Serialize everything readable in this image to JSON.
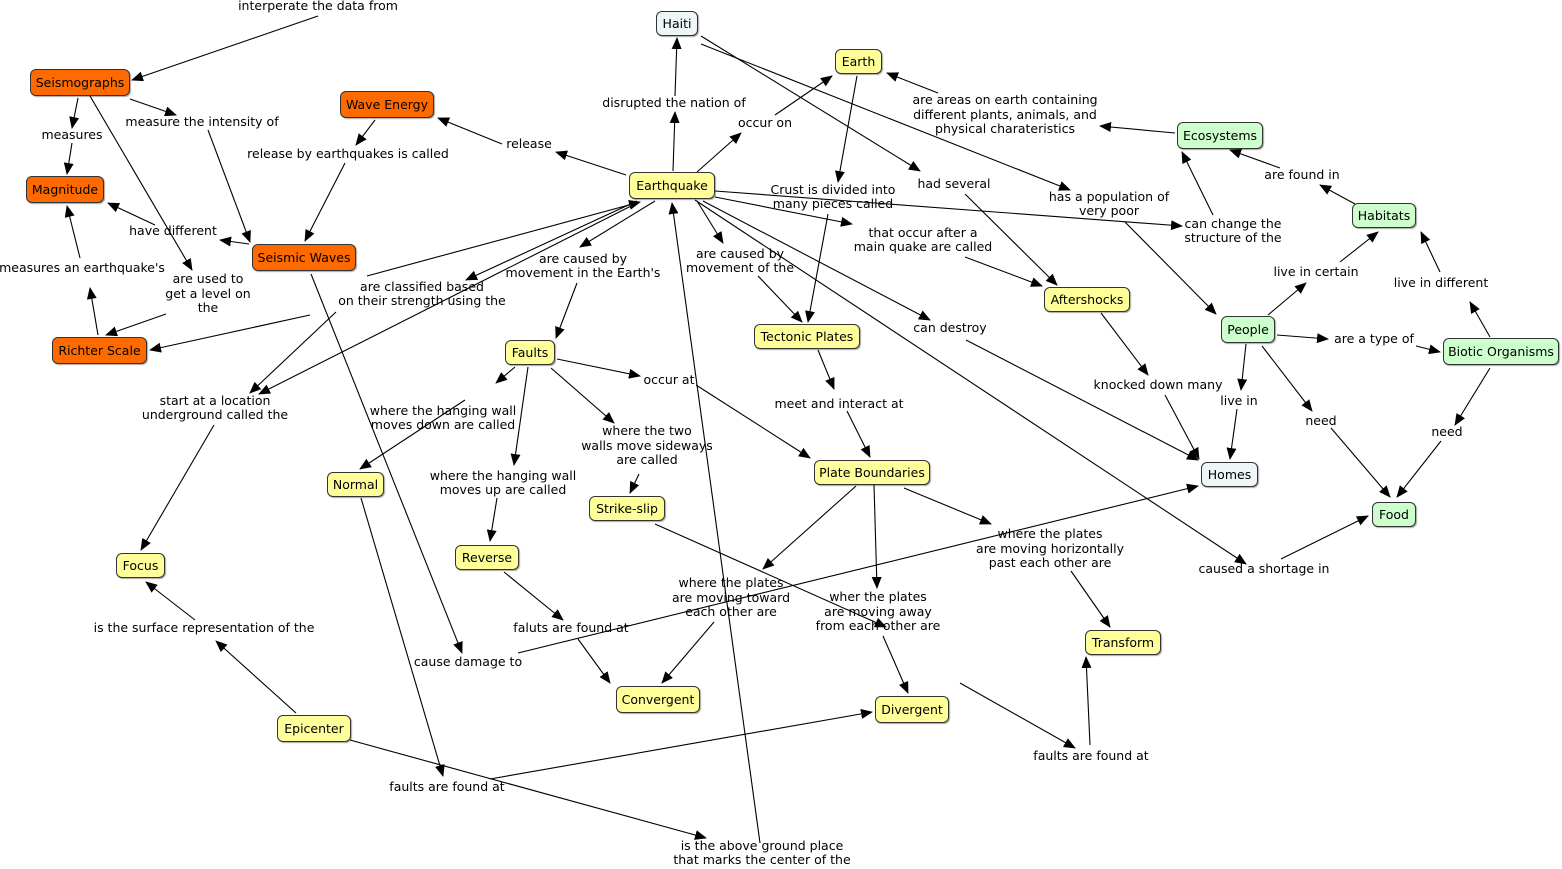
{
  "colors": {
    "orange": "#ff6a00",
    "yellow": "#ffff99",
    "green": "#ccffcc",
    "lightblue": "#eef6f8",
    "edge": "#000000"
  },
  "nodes": {
    "seismographs": {
      "label": "Seismographs",
      "color": "orange"
    },
    "wave_energy": {
      "label": "Wave Energy",
      "color": "orange"
    },
    "magnitude": {
      "label": "Magnitude",
      "color": "orange"
    },
    "seismic_waves": {
      "label": "Seismic Waves",
      "color": "orange"
    },
    "richter_scale": {
      "label": "Richter Scale",
      "color": "orange"
    },
    "haiti": {
      "label": "Haiti",
      "color": "lightblue"
    },
    "earth": {
      "label": "Earth",
      "color": "yellow"
    },
    "earthquake": {
      "label": "Earthquake",
      "color": "yellow"
    },
    "ecosystems": {
      "label": "Ecosystems",
      "color": "green"
    },
    "habitats": {
      "label": "Habitats",
      "color": "green"
    },
    "aftershocks": {
      "label": "Aftershocks",
      "color": "yellow"
    },
    "people": {
      "label": "People",
      "color": "green"
    },
    "biotic_organisms": {
      "label": "Biotic Organisms",
      "color": "green"
    },
    "faults": {
      "label": "Faults",
      "color": "yellow"
    },
    "tectonic_plates": {
      "label": "Tectonic Plates",
      "color": "yellow"
    },
    "homes": {
      "label": "Homes",
      "color": "lightblue"
    },
    "food": {
      "label": "Food",
      "color": "green"
    },
    "plate_boundaries": {
      "label": "Plate Boundaries",
      "color": "yellow"
    },
    "normal": {
      "label": "Normal",
      "color": "yellow"
    },
    "strike_slip": {
      "label": "Strike-slip",
      "color": "yellow"
    },
    "reverse": {
      "label": "Reverse",
      "color": "yellow"
    },
    "focus": {
      "label": "Focus",
      "color": "yellow"
    },
    "transform": {
      "label": "Transform",
      "color": "yellow"
    },
    "convergent": {
      "label": "Convergent",
      "color": "yellow"
    },
    "divergent": {
      "label": "Divergent",
      "color": "yellow"
    },
    "epicenter": {
      "label": "Epicenter",
      "color": "yellow"
    }
  },
  "links": {
    "interperate": "interperate the data from",
    "measures": "measures",
    "measure_intensity": "measure the intensity of",
    "release_by_eq": "release by earthquakes is called",
    "release": "release",
    "disrupted": "disrupted the nation of",
    "occur_on": "occur on",
    "areas_on_earth": "are areas on earth containing\ndifferent plants, animals, and\nphysical charateristics",
    "are_found_in": "are found in",
    "crust_divided": "Crust is divided into\nmany pieces called",
    "had_several": "had several",
    "has_population": "has a population of\nvery poor",
    "can_change": "can change the\nstructure of the",
    "have_different": "have different",
    "measures_eq": "measures an earthquake's",
    "used_to_get": "are used to\nget a level on\nthe",
    "classified": "are classified based\non their strength using the",
    "caused_by_movement": "are caused by\nmovement in the Earth's",
    "caused_by_movement_of": "are caused by\nmovement of the",
    "occur_after": "that occur after a\nmain quake are called",
    "live_in_certain": "live in certain",
    "live_in_different": "live in different",
    "can_destroy": "can destroy",
    "are_type_of": "are a type of",
    "knocked_down": "knocked down many",
    "live_in": "live in",
    "need_people": "need",
    "need_biotic": "need",
    "start_at": "start at a location\nunderground called the",
    "hanging_down": "where the hanging wall\nmoves down are called",
    "occur_at": "occur at",
    "meet_interact": "meet and interact at",
    "sideways": "where the two\nwalls move sideways\nare called",
    "hanging_up": "where the hanging wall\nmoves up are called",
    "horizontally": "where the plates\nare moving horizontally\npast each other are",
    "caused_shortage": "caused a shortage in",
    "toward": "where the plates\nare moving toward\neach other are",
    "away": "wher the plates\nare moving away\nfrom each other are",
    "surface_rep": "is the surface representation of the",
    "faluts_found": "faluts are found at",
    "cause_damage": "cause damage to",
    "faults_found_right": "faults are found at",
    "faults_found_left": "faults are found at",
    "above_ground": "is the above ground place\nthat marks the center of the"
  }
}
